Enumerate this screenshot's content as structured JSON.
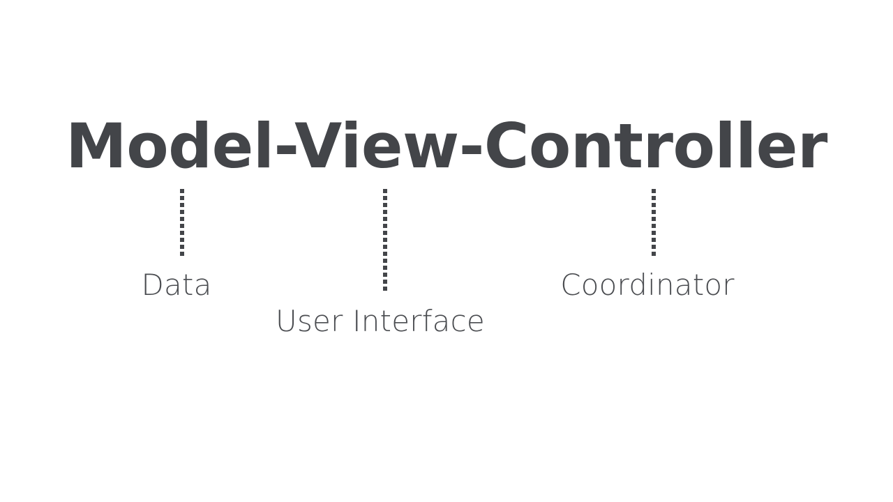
{
  "slide": {
    "background_color": "#ffffff",
    "ink_color": "#434549",
    "label_color": "#4a4c50"
  },
  "title": {
    "text": "Model-View-Controller",
    "parts": [
      "Model",
      "View",
      "Controller"
    ]
  },
  "connectors": [
    {
      "name": "model-stem",
      "style": "dotted-vertical"
    },
    {
      "name": "view-stem",
      "style": "dotted-vertical"
    },
    {
      "name": "controller-stem",
      "style": "dotted-vertical"
    }
  ],
  "labels": {
    "model": "Data",
    "view": "User Interface",
    "controller": "Coordinator"
  }
}
